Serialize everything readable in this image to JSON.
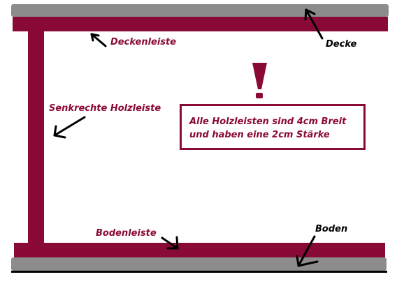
{
  "labels": {
    "ceiling_strip": "Deckenleiste",
    "ceiling": "Decke",
    "vertical_strip": "Senkrechte Holzleiste",
    "floor_strip": "Bodenleiste",
    "floor": "Boden"
  },
  "note": {
    "line1": "Alle Holzleisten sind 4cm Breit",
    "line2": "und haben eine 2cm Stärke"
  },
  "colors": {
    "wood": "#8a0a37",
    "slab": "#8c8c8c",
    "arrow": "#000000",
    "floor_line": "#000000"
  },
  "icons": {
    "exclamation": "exclamation-icon",
    "arrows": "hand-drawn-arrow-icon"
  }
}
